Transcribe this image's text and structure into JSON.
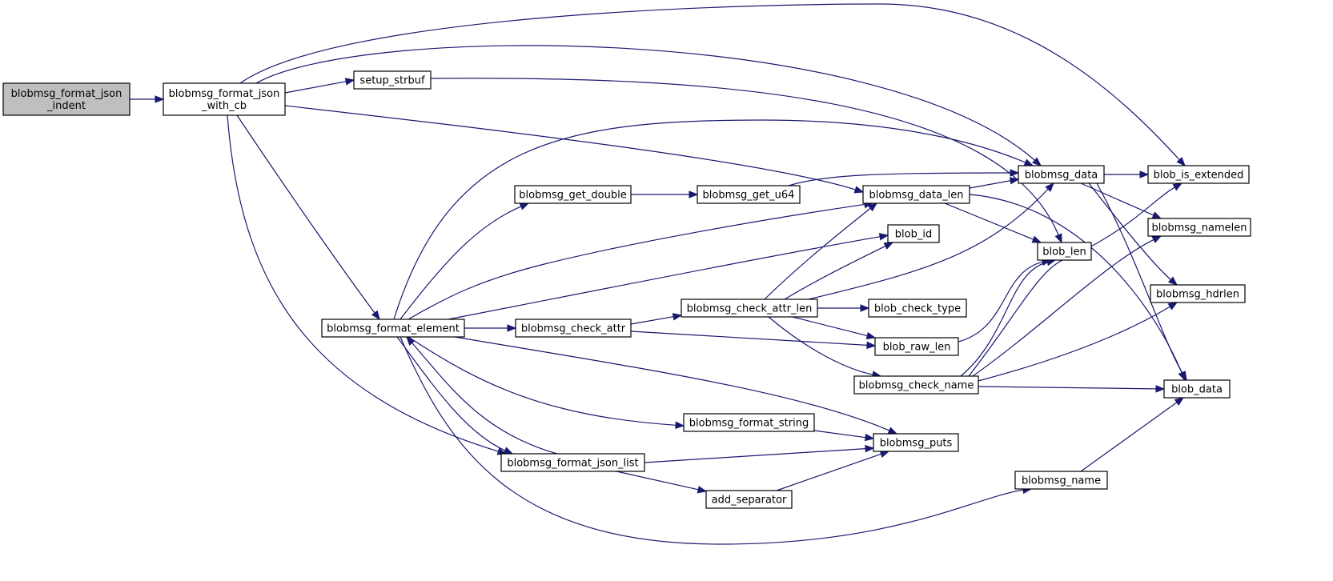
{
  "colors": {
    "edge": "#191970",
    "node_fill": "#ffffff",
    "root_fill": "#bfbfbf",
    "node_stroke": "#000000"
  },
  "nodes": [
    {
      "id": "blobmsg_format_json_indent",
      "lines": [
        "blobmsg_format_json",
        "_indent"
      ],
      "root": true
    },
    {
      "id": "blobmsg_format_json_with_cb",
      "lines": [
        "blobmsg_format_json",
        "_with_cb"
      ]
    },
    {
      "id": "setup_strbuf",
      "lines": [
        "setup_strbuf"
      ]
    },
    {
      "id": "blobmsg_format_element",
      "lines": [
        "blobmsg_format_element"
      ]
    },
    {
      "id": "blobmsg_get_double",
      "lines": [
        "blobmsg_get_double"
      ]
    },
    {
      "id": "blobmsg_get_u64",
      "lines": [
        "blobmsg_get_u64"
      ]
    },
    {
      "id": "blobmsg_data_len",
      "lines": [
        "blobmsg_data_len"
      ]
    },
    {
      "id": "blobmsg_data",
      "lines": [
        "blobmsg_data"
      ]
    },
    {
      "id": "blob_is_extended",
      "lines": [
        "blob_is_extended"
      ]
    },
    {
      "id": "blobmsg_namelen",
      "lines": [
        "blobmsg_namelen"
      ]
    },
    {
      "id": "blob_id",
      "lines": [
        "blob_id"
      ]
    },
    {
      "id": "blob_len",
      "lines": [
        "blob_len"
      ]
    },
    {
      "id": "blobmsg_hdrlen",
      "lines": [
        "blobmsg_hdrlen"
      ]
    },
    {
      "id": "blobmsg_check_attr",
      "lines": [
        "blobmsg_check_attr"
      ]
    },
    {
      "id": "blobmsg_check_attr_len",
      "lines": [
        "blobmsg_check_attr_len"
      ]
    },
    {
      "id": "blob_check_type",
      "lines": [
        "blob_check_type"
      ]
    },
    {
      "id": "blob_raw_len",
      "lines": [
        "blob_raw_len"
      ]
    },
    {
      "id": "blobmsg_check_name",
      "lines": [
        "blobmsg_check_name"
      ]
    },
    {
      "id": "blob_data",
      "lines": [
        "blob_data"
      ]
    },
    {
      "id": "blobmsg_format_string",
      "lines": [
        "blobmsg_format_string"
      ]
    },
    {
      "id": "blobmsg_puts",
      "lines": [
        "blobmsg_puts"
      ]
    },
    {
      "id": "blobmsg_format_json_list",
      "lines": [
        "blobmsg_format_json_list"
      ]
    },
    {
      "id": "add_separator",
      "lines": [
        "add_separator"
      ]
    },
    {
      "id": "blobmsg_name",
      "lines": [
        "blobmsg_name"
      ]
    }
  ],
  "edges": [
    {
      "from": "blobmsg_format_json_indent",
      "to": "blobmsg_format_json_with_cb"
    },
    {
      "from": "blobmsg_format_json_with_cb",
      "to": "setup_strbuf"
    },
    {
      "from": "blobmsg_format_json_with_cb",
      "to": "blob_is_extended"
    },
    {
      "from": "blobmsg_format_json_with_cb",
      "to": "blobmsg_data"
    },
    {
      "from": "blobmsg_format_json_with_cb",
      "to": "blobmsg_data_len"
    },
    {
      "from": "blobmsg_format_json_with_cb",
      "to": "blobmsg_format_element"
    },
    {
      "from": "blobmsg_format_json_with_cb",
      "to": "blobmsg_format_json_list"
    },
    {
      "from": "setup_strbuf",
      "to": "blob_len"
    },
    {
      "from": "blobmsg_format_element",
      "to": "blobmsg_data"
    },
    {
      "from": "blobmsg_format_element",
      "to": "blobmsg_get_double"
    },
    {
      "from": "blobmsg_format_element",
      "to": "blobmsg_data_len"
    },
    {
      "from": "blobmsg_format_element",
      "to": "blob_id"
    },
    {
      "from": "blobmsg_format_element",
      "to": "blobmsg_check_attr"
    },
    {
      "from": "blobmsg_format_element",
      "to": "blobmsg_puts"
    },
    {
      "from": "blobmsg_format_element",
      "to": "blobmsg_format_string"
    },
    {
      "from": "blobmsg_format_element",
      "to": "blobmsg_format_json_list"
    },
    {
      "from": "blobmsg_format_element",
      "to": "blobmsg_name"
    },
    {
      "from": "blobmsg_format_json_list",
      "to": "blobmsg_format_element"
    },
    {
      "from": "blobmsg_format_json_list",
      "to": "blobmsg_puts"
    },
    {
      "from": "blobmsg_format_json_list",
      "to": "add_separator"
    },
    {
      "from": "blobmsg_get_double",
      "to": "blobmsg_get_u64"
    },
    {
      "from": "blobmsg_get_u64",
      "to": "blobmsg_data"
    },
    {
      "from": "blobmsg_data_len",
      "to": "blobmsg_data"
    },
    {
      "from": "blobmsg_data_len",
      "to": "blob_len"
    },
    {
      "from": "blobmsg_data_len",
      "to": "blob_data"
    },
    {
      "from": "blobmsg_data",
      "to": "blob_is_extended"
    },
    {
      "from": "blobmsg_data",
      "to": "blobmsg_namelen"
    },
    {
      "from": "blobmsg_data",
      "to": "blobmsg_hdrlen"
    },
    {
      "from": "blobmsg_data",
      "to": "blob_data"
    },
    {
      "from": "blobmsg_check_attr",
      "to": "blobmsg_check_attr_len"
    },
    {
      "from": "blobmsg_check_attr",
      "to": "blob_raw_len"
    },
    {
      "from": "blobmsg_check_attr_len",
      "to": "blobmsg_data_len"
    },
    {
      "from": "blobmsg_check_attr_len",
      "to": "blob_id"
    },
    {
      "from": "blobmsg_check_attr_len",
      "to": "blobmsg_data"
    },
    {
      "from": "blobmsg_check_attr_len",
      "to": "blob_check_type"
    },
    {
      "from": "blobmsg_check_attr_len",
      "to": "blob_raw_len"
    },
    {
      "from": "blobmsg_check_attr_len",
      "to": "blobmsg_check_name"
    },
    {
      "from": "blob_raw_len",
      "to": "blob_len"
    },
    {
      "from": "blobmsg_check_name",
      "to": "blob_len"
    },
    {
      "from": "blobmsg_check_name",
      "to": "blob_is_extended"
    },
    {
      "from": "blobmsg_check_name",
      "to": "blobmsg_namelen"
    },
    {
      "from": "blobmsg_check_name",
      "to": "blobmsg_hdrlen"
    },
    {
      "from": "blobmsg_check_name",
      "to": "blob_data"
    },
    {
      "from": "blobmsg_format_string",
      "to": "blobmsg_puts"
    },
    {
      "from": "add_separator",
      "to": "blobmsg_puts"
    },
    {
      "from": "blobmsg_name",
      "to": "blob_data"
    }
  ]
}
